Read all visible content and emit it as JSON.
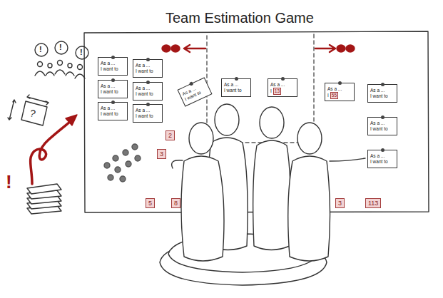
{
  "diagram": {
    "title": "Team Estimation Game",
    "nodes": [
      {
        "text": [
          "As a ...",
          "I want to"
        ]
      },
      {
        "text": [
          "As a ...",
          "I want to"
        ]
      },
      {
        "text": [
          "As a ...",
          "I want to"
        ]
      },
      {
        "text": [
          "As a ...",
          "I want to"
        ]
      },
      {
        "text": [
          "As a ...",
          "I want to"
        ]
      },
      {
        "text": [
          "As a ...",
          "I want to"
        ]
      },
      {
        "text": [
          "As a ...",
          "I want to"
        ]
      },
      {
        "text": [
          "As a ...",
          "I want to"
        ]
      },
      {
        "text": [
          "As a ...",
          "I",
          "13"
        ]
      },
      {
        "text": [
          "As a ...",
          "I",
          "55"
        ]
      },
      {
        "text": [
          "As a ...",
          "I want to"
        ]
      },
      {
        "text": [
          "As a ...",
          "I want to"
        ]
      },
      {
        "text": [
          "As a ...",
          "I want to"
        ]
      }
    ],
    "labels": [
      "!",
      "!",
      "!",
      "?",
      "!",
      "2",
      "3",
      "5",
      "8",
      "3",
      "113"
    ]
  }
}
